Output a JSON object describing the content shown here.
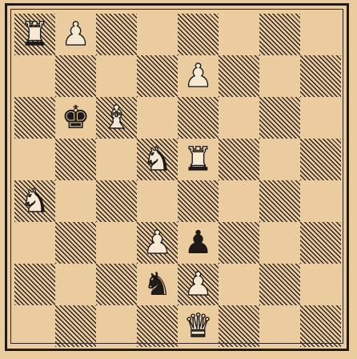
{
  "board": {
    "files": 8,
    "ranks": 8,
    "top_left_dark": true,
    "pieces": [
      {
        "row": 0,
        "col": 0,
        "color": "white",
        "type": "rook",
        "glyph": "♜",
        "icon": "white-rook-icon"
      },
      {
        "row": 0,
        "col": 1,
        "color": "white",
        "type": "pawn",
        "glyph": "♟",
        "icon": "white-pawn-icon"
      },
      {
        "row": 1,
        "col": 4,
        "color": "white",
        "type": "pawn",
        "glyph": "♟",
        "icon": "white-pawn-icon"
      },
      {
        "row": 2,
        "col": 1,
        "color": "black",
        "type": "king",
        "glyph": "♚",
        "icon": "black-king-icon"
      },
      {
        "row": 2,
        "col": 2,
        "color": "white",
        "type": "bishop",
        "glyph": "♝",
        "icon": "white-bishop-icon"
      },
      {
        "row": 3,
        "col": 3,
        "color": "white",
        "type": "knight",
        "glyph": "♞",
        "icon": "white-knight-icon"
      },
      {
        "row": 3,
        "col": 4,
        "color": "white",
        "type": "rook",
        "glyph": "♜",
        "icon": "white-rook-icon"
      },
      {
        "row": 4,
        "col": 0,
        "color": "white",
        "type": "knight",
        "glyph": "♞",
        "icon": "white-knight-icon"
      },
      {
        "row": 5,
        "col": 3,
        "color": "white",
        "type": "pawn",
        "glyph": "♟",
        "icon": "white-pawn-icon"
      },
      {
        "row": 5,
        "col": 4,
        "color": "black",
        "type": "pawn",
        "glyph": "♟",
        "icon": "black-pawn-icon"
      },
      {
        "row": 6,
        "col": 3,
        "color": "black",
        "type": "knight",
        "glyph": "♞",
        "icon": "black-knight-icon"
      },
      {
        "row": 6,
        "col": 4,
        "color": "white",
        "type": "pawn",
        "glyph": "♟",
        "icon": "white-pawn-icon"
      },
      {
        "row": 7,
        "col": 4,
        "color": "white",
        "type": "queen",
        "glyph": "♛",
        "icon": "white-queen-icon"
      }
    ]
  },
  "colors": {
    "paper": "#ebcc9e",
    "ink": "#1e1a18",
    "white_piece_fill": "#f6ead4"
  }
}
